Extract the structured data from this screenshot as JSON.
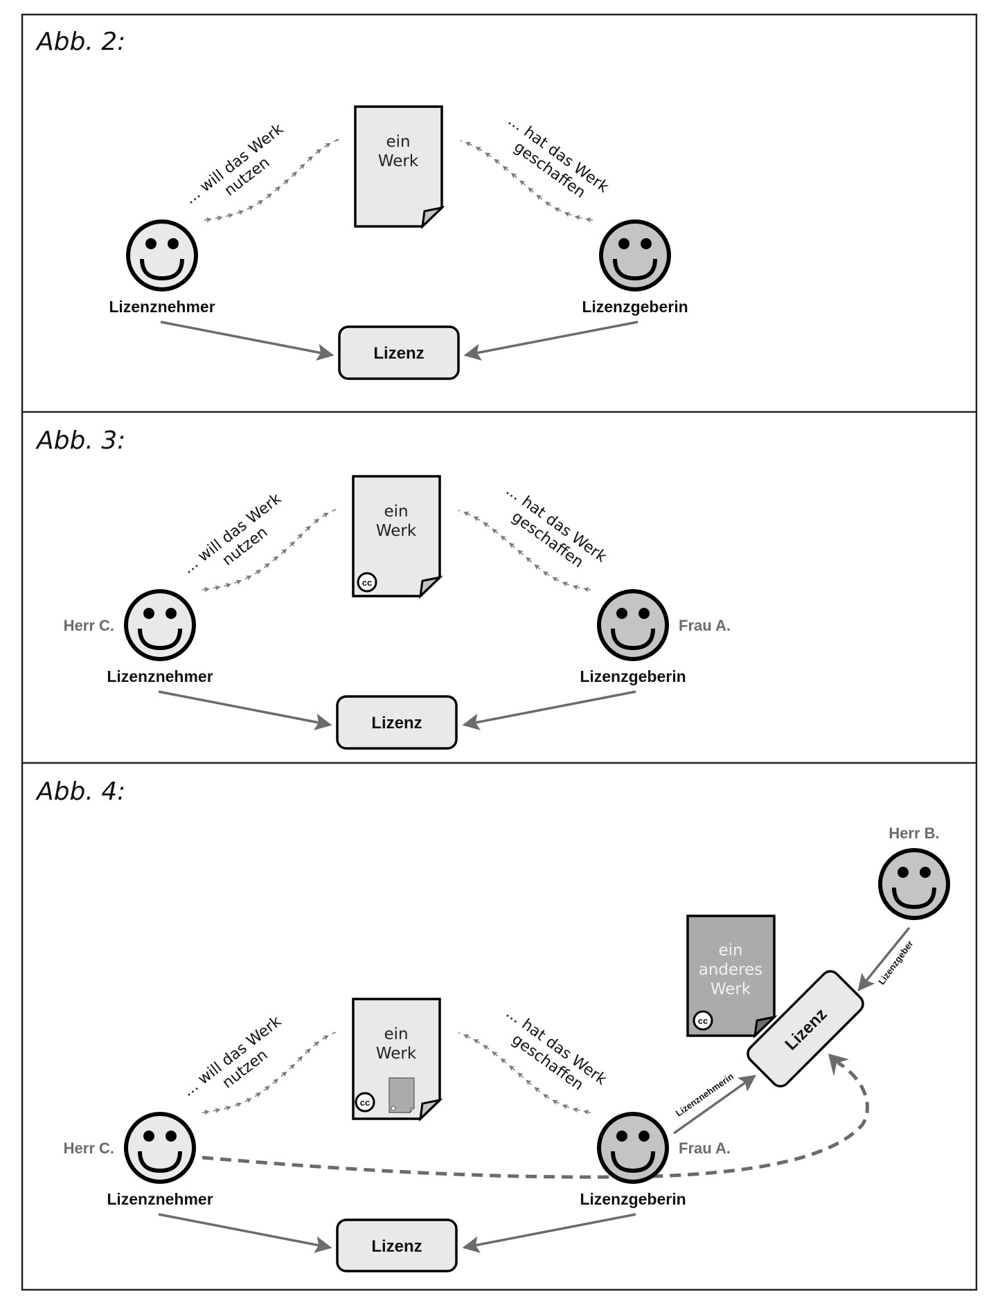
{
  "colors": {
    "face_light": "#e9e9e9",
    "face_dark": "#c4c4c4",
    "doc_light": "#e9e9e9",
    "doc_dark": "#ababab",
    "fold_light": "#c4c4c4",
    "fold_dark": "#6e6e6e",
    "arrow": "#6b6b6b",
    "name_label": "#6b6b6b",
    "license_box": "#e9e9e9"
  },
  "panels": [
    {
      "title": "Abb. 2:",
      "licensee": {
        "role": "Lizenznehmer",
        "name": "",
        "icon": "smiley-light-icon"
      },
      "licensor": {
        "role": "Lizenzgeberin",
        "name": "",
        "icon": "smiley-gray-icon"
      },
      "work": {
        "line1": "ein",
        "line2": "Werk",
        "cc_badge": false,
        "inner_doc": false
      },
      "licensee_relation": {
        "line1": "... will das Werk",
        "line2": "nutzen"
      },
      "licensor_relation": {
        "line1": "... hat das Werk",
        "line2": "geschaffen"
      },
      "license": "Lizenz"
    },
    {
      "title": "Abb. 3:",
      "licensee": {
        "role": "Lizenznehmer",
        "name": "Herr C.",
        "icon": "smiley-light-icon"
      },
      "licensor": {
        "role": "Lizenzgeberin",
        "name": "Frau A.",
        "icon": "smiley-gray-icon"
      },
      "work": {
        "line1": "ein",
        "line2": "Werk",
        "cc_badge": true,
        "cc_label": "cc",
        "inner_doc": false
      },
      "licensee_relation": {
        "line1": "... will das Werk",
        "line2": "nutzen"
      },
      "licensor_relation": {
        "line1": "... hat das Werk",
        "line2": "geschaffen"
      },
      "license": "Lizenz"
    },
    {
      "title": "Abb. 4:",
      "licensee": {
        "role": "Lizenznehmer",
        "name": "Herr C.",
        "icon": "smiley-light-icon"
      },
      "licensor": {
        "role": "Lizenzgeberin",
        "name": "Frau A.",
        "icon": "smiley-gray-icon"
      },
      "work": {
        "line1": "ein",
        "line2": "Werk",
        "cc_badge": true,
        "cc_label": "cc",
        "inner_doc": true
      },
      "licensee_relation": {
        "line1": "... will das Werk",
        "line2": "nutzen"
      },
      "licensor_relation": {
        "line1": "... hat das Werk",
        "line2": "geschaffen"
      },
      "license": "Lizenz",
      "third_party": {
        "name": "Herr B.",
        "icon": "smiley-gray-icon"
      },
      "other_work": {
        "line1": "ein",
        "line2": "anderes",
        "line3": "Werk",
        "cc_label": "cc"
      },
      "second_license": "Lizenz",
      "arrow_to_second_license_from_third_party": "Lizenzgeber",
      "arrow_to_second_license_from_licensor": "Lizenznehmerin"
    }
  ]
}
